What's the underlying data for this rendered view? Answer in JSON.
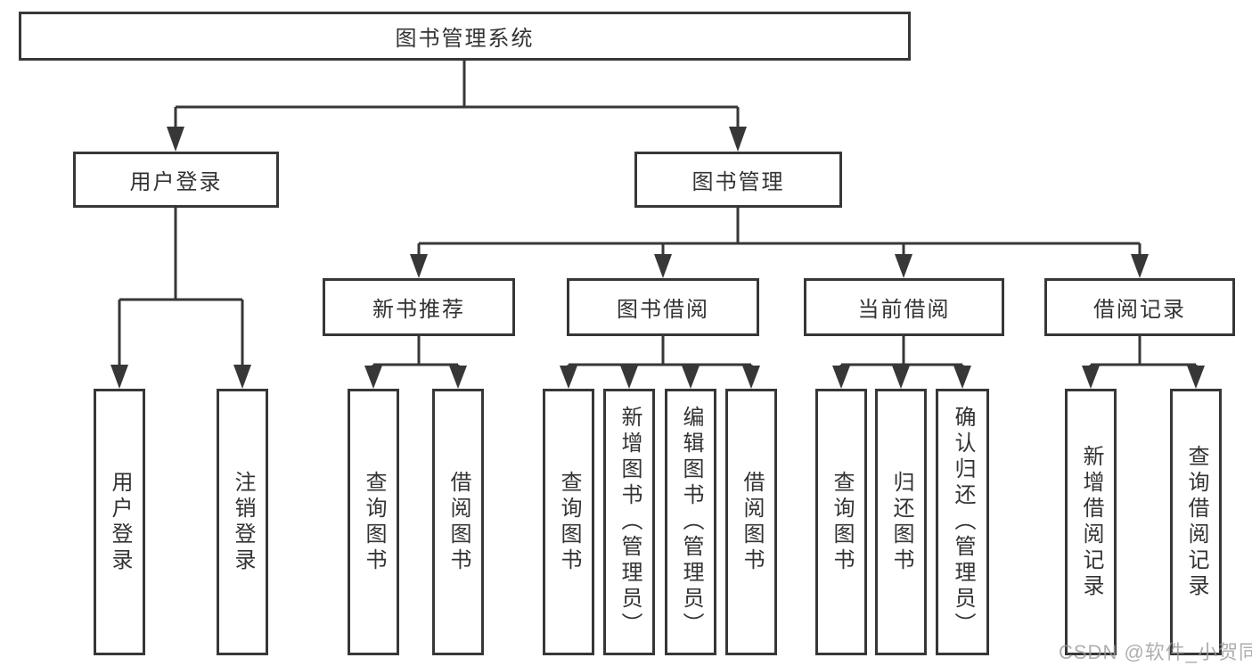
{
  "colors": {
    "line": "#373737",
    "text": "#333333",
    "watermark": "#9b9b9b",
    "background": "#ffffff"
  },
  "watermark": "CSDN @软件_小贺同学",
  "tree": {
    "root": {
      "label": "图书管理系统"
    },
    "branches": [
      {
        "label": "用户登录",
        "children": [
          {
            "label": "用户登录"
          },
          {
            "label": "注销登录"
          }
        ]
      },
      {
        "label": "图书管理",
        "children": [
          {
            "label": "新书推荐",
            "children": [
              {
                "label": "查询图书"
              },
              {
                "label": "借阅图书"
              }
            ]
          },
          {
            "label": "图书借阅",
            "children": [
              {
                "label": "查询图书"
              },
              {
                "label": "新增图书（管理员）"
              },
              {
                "label": "编辑图书（管理员）"
              },
              {
                "label": "借阅图书"
              }
            ]
          },
          {
            "label": "当前借阅",
            "children": [
              {
                "label": "查询图书"
              },
              {
                "label": "归还图书"
              },
              {
                "label": "确认归还（管理员）"
              }
            ]
          },
          {
            "label": "借阅记录",
            "children": [
              {
                "label": "新增借阅记录"
              },
              {
                "label": "查询借阅记录"
              }
            ]
          }
        ]
      }
    ]
  }
}
